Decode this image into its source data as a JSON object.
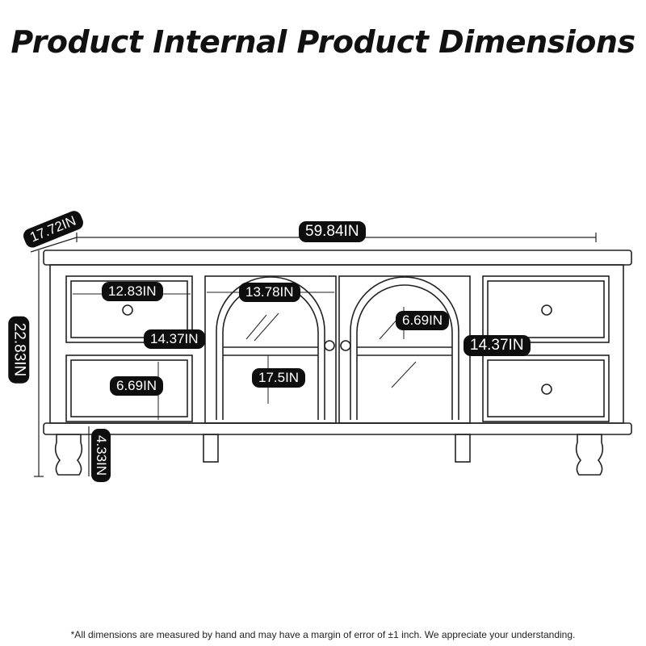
{
  "title": "Product Internal Product Dimensions",
  "dimensions": {
    "depth": "17.72IN",
    "width": "59.84IN",
    "height": "22.83IN",
    "leg_height": "4.33IN",
    "left_drawer_width": "12.83IN",
    "left_drawer_depth": "14.37IN",
    "left_drawer_height": "6.69IN",
    "door_width": "13.78IN",
    "door_shelf_height": "17.5IN",
    "arch_height": "6.69IN",
    "right_drawer_depth": "14.37IN"
  },
  "footnote": "*All dimensions are measured by hand and may have a margin of error of ±1 inch. We appreciate your understanding."
}
